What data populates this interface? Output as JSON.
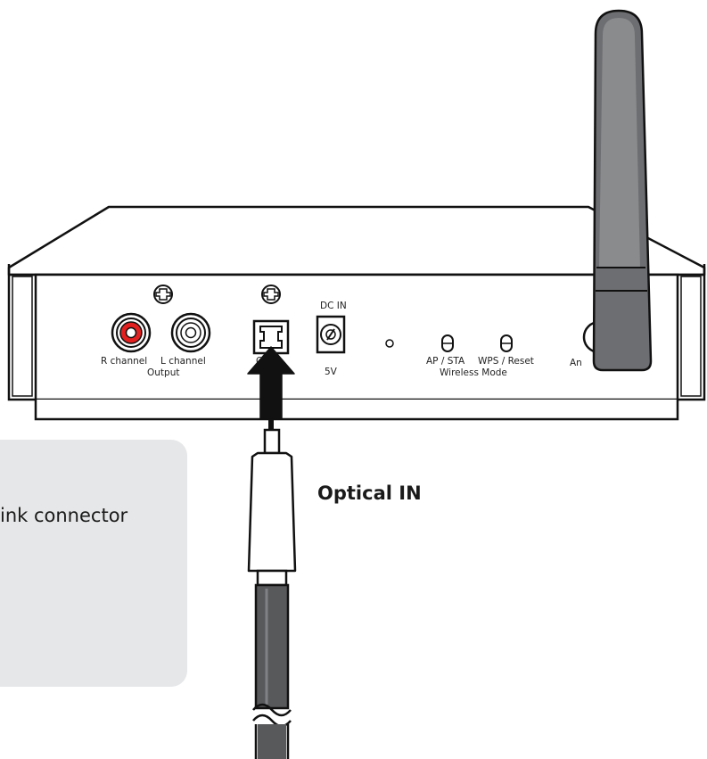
{
  "callout": {
    "text": "ink connector"
  },
  "diagram": {
    "title": "Optical IN",
    "labels": {
      "r_channel": "R channel",
      "l_channel": "L channel",
      "output": "Output",
      "optical_port": "C",
      "dc_in": "DC IN",
      "voltage": "5V",
      "ap_sta": "AP / STA",
      "wps_reset": "WPS / Reset",
      "wireless_mode": "Wireless Mode",
      "antenna": "An"
    }
  }
}
